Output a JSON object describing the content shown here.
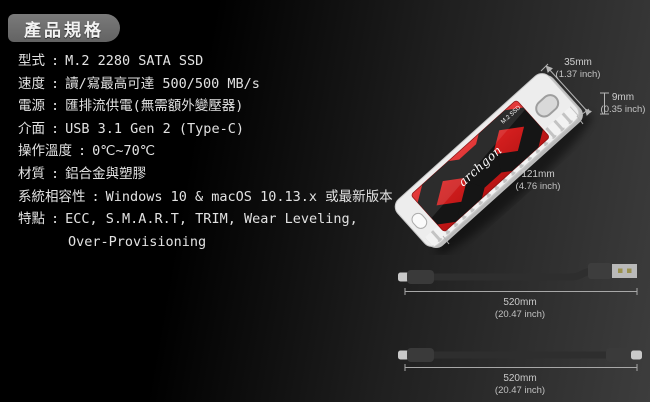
{
  "title": "產品規格",
  "specs": {
    "separator": ":",
    "lines": [
      {
        "label": "型式",
        "value": "M.2 2280 SATA SSD"
      },
      {
        "label": "速度",
        "value": "讀/寫最高可達 500/500 MB/s"
      },
      {
        "label": "電源",
        "value": "匯排流供電(無需額外變壓器)"
      },
      {
        "label": "介面",
        "value": "USB 3.1 Gen 2 (Type-C)"
      },
      {
        "label": "操作溫度",
        "value": "0℃~70℃"
      },
      {
        "label": "材質",
        "value": "鋁合金與塑膠"
      },
      {
        "label": "系統相容性",
        "value": "Windows 10 & macOS 10.13.x 或最新版本"
      },
      {
        "label": "特點",
        "value": "ECC, S.M.A.R.T, TRIM, Wear Leveling,"
      }
    ],
    "continuation": "Over-Provisioning"
  },
  "device": {
    "brand_logo": "archgon",
    "top_label": "M.2 SSD",
    "colors": {
      "panel_red": "#cf1c1c",
      "pattern_black": "#151515",
      "body_white": "#ededed"
    },
    "dimensions": {
      "width": {
        "mm": "35mm",
        "inch": "(1.37 inch)"
      },
      "thickness": {
        "mm": "9mm",
        "inch": "(0.35 inch)"
      },
      "length": {
        "mm": "121mm",
        "inch": "(4.76 inch)"
      }
    }
  },
  "cables": [
    {
      "name": "usb-c-to-usb-a-cable",
      "length_mm": "520mm",
      "length_inch": "(20.47 inch)"
    },
    {
      "name": "usb-c-to-usb-c-cable",
      "length_mm": "520mm",
      "length_inch": "(20.47 inch)"
    }
  ]
}
